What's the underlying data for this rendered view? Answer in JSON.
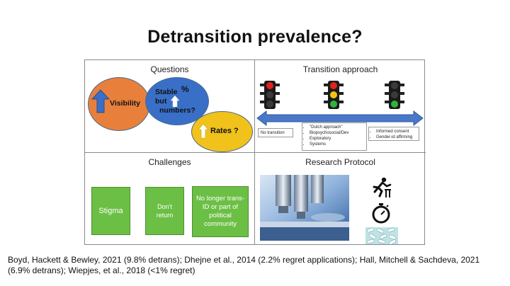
{
  "slide": {
    "title": "Detransition prevalence?"
  },
  "questions": {
    "title": "Questions",
    "visibility_label": "Visibility",
    "stable_label": "Stable",
    "percent_label": "%",
    "but_label": "but",
    "numbers_label": "numbers?",
    "rates_label": "Rates ?"
  },
  "transition": {
    "title": "Transition approach",
    "left_box": "No transition",
    "middle_box": [
      "\"Dutch approach\"",
      "Biopsychosocial/Dev",
      "Exploratory",
      "Systems"
    ],
    "right_box": [
      "Informed consent",
      "Gender-id affirming"
    ]
  },
  "challenges": {
    "title": "Challenges",
    "box1": "Stigma",
    "box2": "Don't return",
    "box3": "No longer trans-ID or part of political community"
  },
  "protocol": {
    "title": "Research Protocol"
  },
  "citation": "Boyd, Hackett & Bewley, 2021 (9.8% detrans); Dhejne et al., 2014 (2.2% regret applications); Hall, Mitchell & Sachdeva, 2021 (6.9% detrans); Wiepjes, et al., 2018 (<1% regret)",
  "colors": {
    "orange": "#e8803c",
    "blue": "#3a6fc8",
    "yellow": "#f1c21b",
    "green": "#6cbf45",
    "arrow_blue": "#4a78c8"
  },
  "icons": [
    "up-arrow-icon",
    "traffic-light-icon",
    "hurdle-runner-icon",
    "stopwatch-icon",
    "pills-icon",
    "microscope-image"
  ]
}
